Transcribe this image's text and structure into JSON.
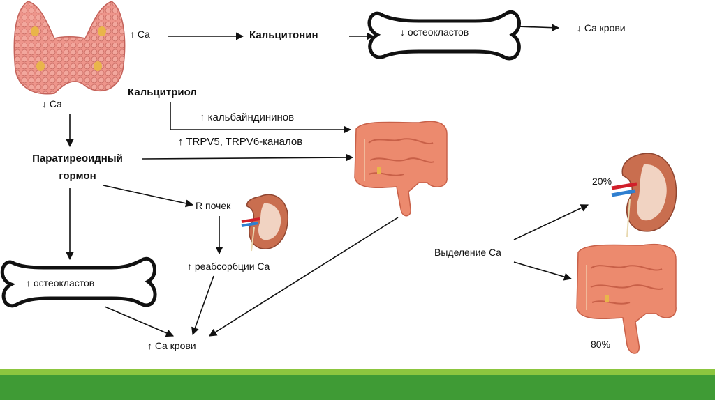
{
  "labels": {
    "ca_up": "↑ Ca",
    "calcitonin": "Кальцитонин",
    "osteoclasts_down": "↓ остеокластов",
    "blood_ca_down": "↓ Ca крови",
    "calcitriol": "Кальцитриол",
    "ca_down": "↓ Ca",
    "calbindin_up": "↑ кальбайндининов",
    "trpv_up": "↑ TRPV5, TRPV6-каналов",
    "pth_line1": "Паратиреоидный",
    "pth_line2": "гормон",
    "kidney_r": "R почек",
    "reabsorption_up": "↑ реабсорбции Ca",
    "osteoclasts_up": "↑ остеокластов",
    "blood_ca_up": "↑ Ca крови",
    "excretion": "Выделение Ca",
    "pct_kidney": "20%",
    "pct_intestine": "80%"
  },
  "colors": {
    "arrow": "#111111",
    "gland": "#e8847c",
    "gland_nodule": "#e9b54a",
    "intestine": "#ec8a6e",
    "kidney_outer": "#c96e4f",
    "kidney_inner": "#f1d3c2",
    "vessel_red": "#d11f2a",
    "vessel_blue": "#2f7fd0",
    "bar_light": "#8cc63f",
    "bar_dark": "#3f9b35"
  }
}
